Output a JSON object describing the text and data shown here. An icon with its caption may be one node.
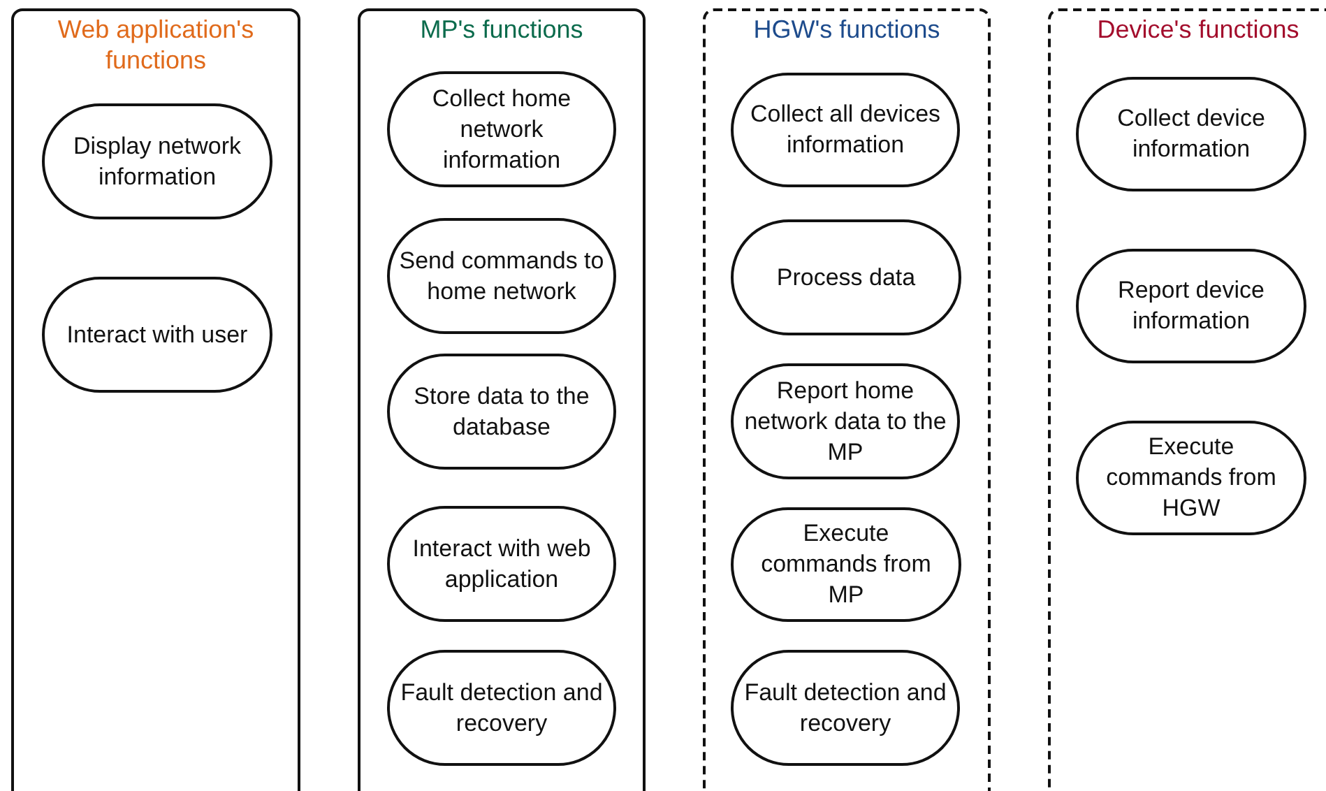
{
  "diagram": {
    "nodes": [
      {
        "text": [
          "Web application's functions"
        ]
      },
      {
        "text": [
          "Display network information"
        ],
        "in": 0
      },
      {
        "text": [
          "Interact with user"
        ],
        "in": 0
      },
      {
        "text": [
          "MP's functions"
        ]
      },
      {
        "text": [
          "Collect home network information"
        ],
        "in": 3
      },
      {
        "text": [
          "Send commands to home network"
        ],
        "in": 3
      },
      {
        "text": [
          "Store data to the database"
        ],
        "in": 3
      },
      {
        "text": [
          "Interact with web application"
        ],
        "in": 3
      },
      {
        "text": [
          "Fault detection and recovery"
        ],
        "in": 3
      },
      {
        "text": [
          "HGW's functions"
        ]
      },
      {
        "text": [
          "Collect all devices information"
        ],
        "in": 9
      },
      {
        "text": [
          "Process data"
        ],
        "in": 9
      },
      {
        "text": [
          "Report home network data to the MP"
        ],
        "in": 9
      },
      {
        "text": [
          "Execute commands from MP"
        ],
        "in": 9
      },
      {
        "text": [
          "Fault detection and recovery"
        ],
        "in": 9
      },
      {
        "text": [
          "Device's functions"
        ]
      },
      {
        "text": [
          "Collect device information"
        ],
        "in": 15
      },
      {
        "text": [
          "Report device information"
        ],
        "in": 15
      },
      {
        "text": [
          "Execute commands from HGW"
        ],
        "in": 15
      }
    ]
  }
}
